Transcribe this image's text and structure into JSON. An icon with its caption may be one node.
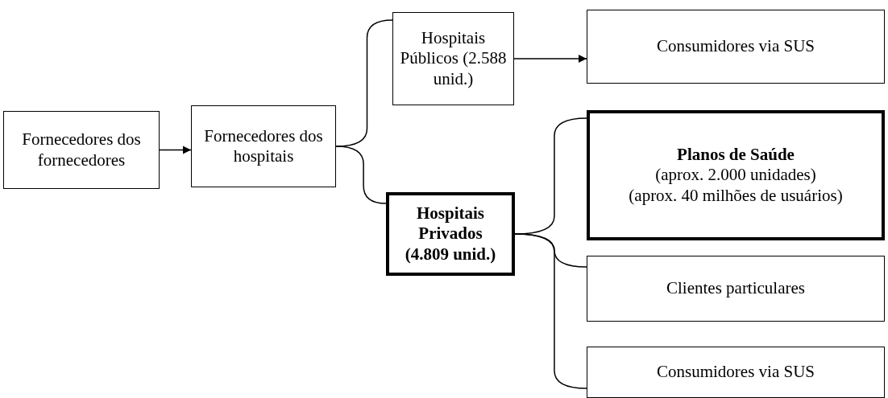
{
  "diagram": {
    "nodes": [
      {
        "text": [
          "Fornecedores dos fornecedores"
        ]
      },
      {
        "text": [
          "Fornecedores dos hospitais"
        ]
      },
      {
        "text": [
          "Hospitais Públicos (2.588 unid.)"
        ]
      },
      {
        "text": [
          "Consumidores via SUS"
        ]
      },
      {
        "text": [
          "Hospitais Privados (4.809 unid.)"
        ]
      },
      {
        "text": [
          "**Planos de Saúde**",
          "(aprox. 2.000 unidades)",
          "(aprox. 40 milhões de usuários)"
        ]
      },
      {
        "text": [
          "Clientes particulares"
        ]
      },
      {
        "text": [
          "Consumidores via SUS"
        ]
      }
    ],
    "edges": [
      {
        "from": 0,
        "to": 1,
        "arrow": "to"
      },
      {
        "from": 1,
        "to": 2,
        "arrow": "none"
      },
      {
        "from": 1,
        "to": 4,
        "arrow": "none"
      },
      {
        "from": 2,
        "to": 3,
        "arrow": "to"
      },
      {
        "from": 4,
        "to": 5,
        "arrow": "none"
      },
      {
        "from": 4,
        "to": 6,
        "arrow": "none"
      },
      {
        "from": 4,
        "to": 7,
        "arrow": "none"
      }
    ]
  }
}
